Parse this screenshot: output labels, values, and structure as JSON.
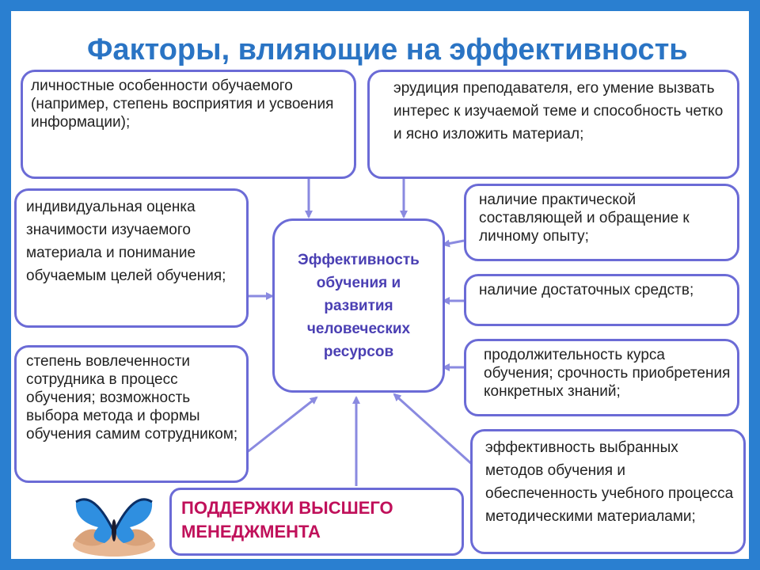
{
  "title": "Факторы, влияющие на эффективность",
  "center": "Эффективность обучения и развития человеческих ресурсов",
  "factors": [
    "личностные особенности обучаемого (например, степень восприятия и усвоения информации);",
    "эрудиция преподавателя, его умение вызвать интерес к изучаемой теме и способность четко и ясно изложить материал;",
    "индивидуальная оценка значимости изучаемого материала и понимание обучаемым целей обучения;",
    "наличие практической составляющей и обращение к личному опыту;",
    "наличие достаточных средств;",
    "степень вовлеченности сотрудника в процесс обучения; возможность выбора метода и формы обучения самим сотрудником;",
    "продолжительность курса обучения; срочность приобретения конкретных знаний;",
    "эффективность выбранных методов обучения и обеспеченность учебного процесса методическими материалами;"
  ],
  "management": "ПОДДЕРЖКИ ВЫСШЕГО МЕНЕДЖМЕНТА",
  "colors": {
    "frame": "#2a7fd0",
    "title": "#2a74c4",
    "border": "#6b6bd6",
    "center_text": "#4a3fb3",
    "management_text": "#c0105a",
    "arrow": "#8a8ae0"
  },
  "icons": [
    "butterfly-on-hands-icon"
  ]
}
